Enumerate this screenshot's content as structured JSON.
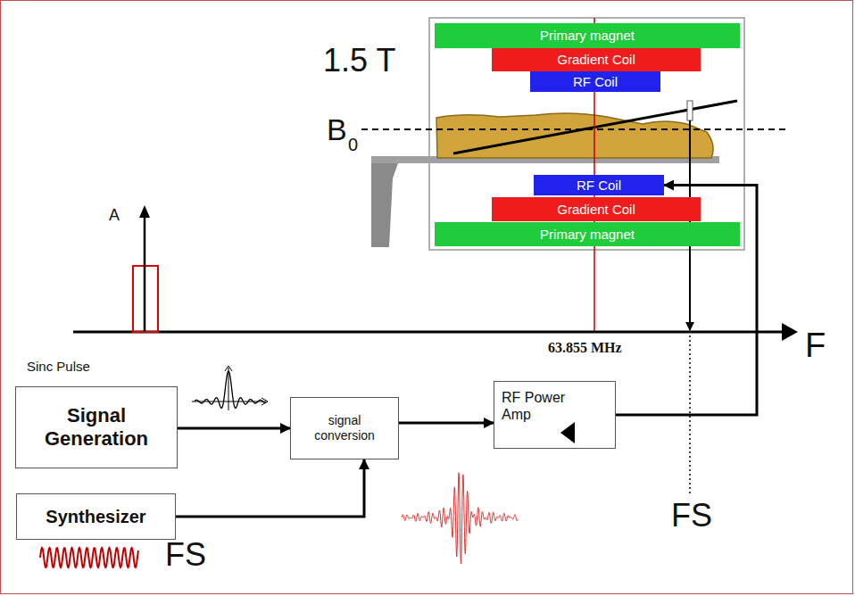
{
  "diagram": {
    "nodes": [
      {
        "text": [
          "Primary magnet"
        ]
      },
      {
        "text": [
          "Gradient Coil"
        ]
      },
      {
        "text": [
          "RF Coil"
        ]
      },
      {
        "text": [
          "RF Coil"
        ]
      },
      {
        "text": [
          "Gradient Coil"
        ]
      },
      {
        "text": [
          "Primary magnet"
        ]
      },
      {
        "text": [
          "Signal Generation"
        ]
      },
      {
        "text": [
          "signal conversion"
        ]
      },
      {
        "text": [
          "RF Power Amp"
        ]
      },
      {
        "text": [
          "Synthesizer"
        ]
      }
    ],
    "edges": [
      {
        "from": 6,
        "to": 7,
        "arrow": "to"
      },
      {
        "from": 9,
        "to": 7,
        "arrow": "to"
      },
      {
        "from": 7,
        "to": 8,
        "arrow": "to"
      },
      {
        "from": 8,
        "to": 3,
        "arrow": "to"
      }
    ],
    "labels": [
      "1.5 T",
      "B",
      "0",
      "A",
      "63.855 MHz",
      "F",
      "Sinc Pulse",
      "FS",
      "FS"
    ]
  }
}
